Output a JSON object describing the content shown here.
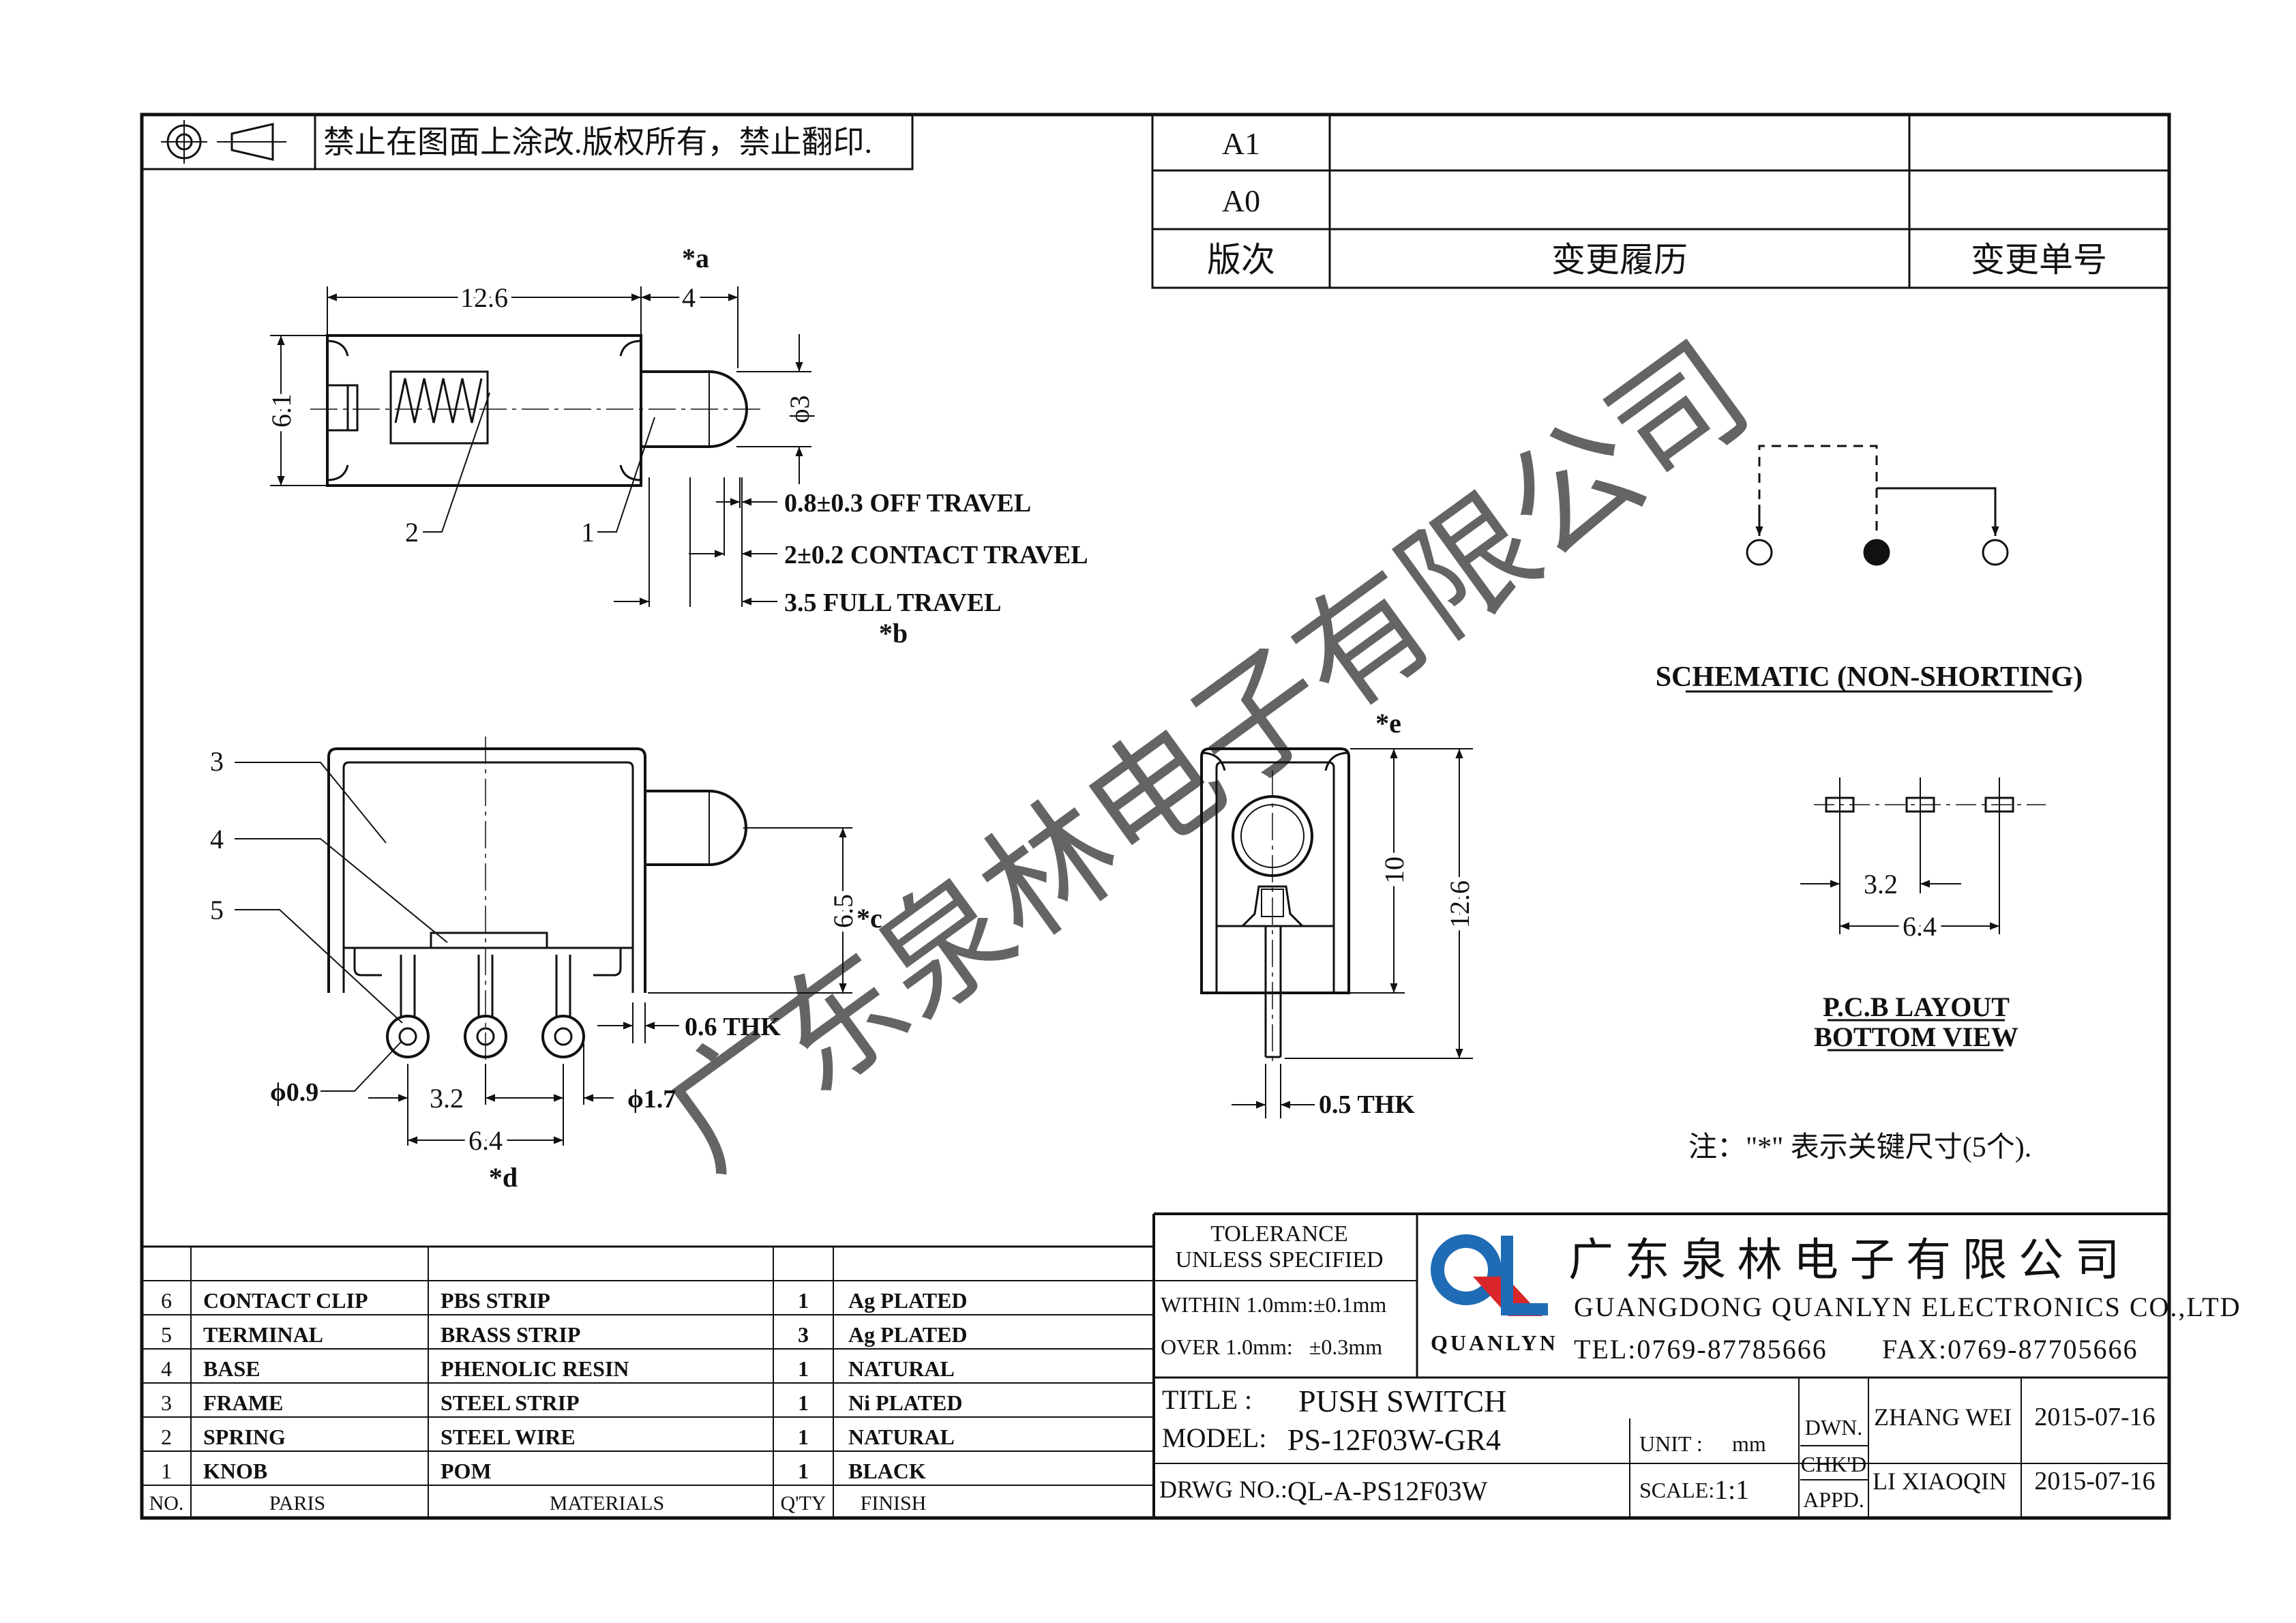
{
  "notice": "禁止在图面上涂改.版权所有，禁止翻印.",
  "revision": {
    "rows": [
      {
        "rev": "A1",
        "history": "",
        "number": ""
      },
      {
        "rev": "A0",
        "history": "",
        "number": ""
      }
    ],
    "headers": {
      "rev": "版次",
      "history": "变更履历",
      "number": "变更单号"
    }
  },
  "top_view": {
    "dim_length": "12.6",
    "dim_knob": "4",
    "dim_height": "6.1",
    "dim_knob_dia": "ϕ3",
    "key_a": "*a",
    "key_b": "*b",
    "callout_1": "1",
    "callout_2": "2",
    "travel_off": "0.8±0.3 OFF TRAVEL",
    "travel_contact": "2±0.2 CONTACT TRAVEL",
    "travel_full": "3.5 FULL TRAVEL"
  },
  "front_view": {
    "callout_3": "3",
    "callout_4": "4",
    "callout_5": "5",
    "dim_height": "6.5",
    "key_c": "*c",
    "thk": "0.6 THK",
    "hole_small": "ϕ0.9",
    "pitch_a": "3.2",
    "hole_large": "ϕ1.7",
    "pitch_b": "6.4",
    "key_d": "*d"
  },
  "side_view": {
    "key_e": "*e",
    "dim_10": "10",
    "dim_126": "12.6",
    "thk": "0.5 THK"
  },
  "schematic": {
    "title": "SCHEMATIC (NON-SHORTING)"
  },
  "pcb": {
    "pitch_a": "3.2",
    "pitch_b": "6.4",
    "title_1": "P.C.B LAYOUT",
    "title_2": "BOTTOM VIEW"
  },
  "note": "注：\"*\"  表示关键尺寸(5个).",
  "watermark": "广东泉林电子有限公司",
  "bom": {
    "headers": {
      "no": "NO.",
      "part": "PARIS",
      "material": "MATERIALS",
      "qty": "Q'TY",
      "finish": "FINISH"
    },
    "rows": [
      {
        "no": "6",
        "part": "CONTACT CLIP",
        "material": "PBS STRIP",
        "qty": "1",
        "finish": "Ag PLATED"
      },
      {
        "no": "5",
        "part": "TERMINAL",
        "material": "BRASS STRIP",
        "qty": "3",
        "finish": "Ag PLATED"
      },
      {
        "no": "4",
        "part": "BASE",
        "material": "PHENOLIC RESIN",
        "qty": "1",
        "finish": "NATURAL"
      },
      {
        "no": "3",
        "part": "FRAME",
        "material": "STEEL STRIP",
        "qty": "1",
        "finish": "Ni PLATED"
      },
      {
        "no": "2",
        "part": "SPRING",
        "material": "STEEL WIRE",
        "qty": "1",
        "finish": "NATURAL"
      },
      {
        "no": "1",
        "part": "KNOB",
        "material": "POM",
        "qty": "1",
        "finish": "BLACK"
      }
    ]
  },
  "title_block": {
    "tolerance_1": "TOLERANCE",
    "tolerance_2": "UNLESS SPECIFIED",
    "within": "WITHIN 1.0mm:±0.1mm",
    "over": "OVER 1.0mm:   ±0.3mm",
    "logo_letters": "QL",
    "logo_word": "QUANLYN",
    "company_cn": "广 东 泉 林 电 子 有 限 公 司",
    "company_en": "GUANGDONG QUANLYN ELECTRONICS CO.,LTD",
    "tel": "TEL:0769-87785666",
    "fax": "FAX:0769-87705666",
    "title_label": "TITLE :",
    "title_value": "PUSH SWITCH",
    "model_label": "MODEL:",
    "model_value": "PS-12F03W-GR4",
    "drwg_label": "DRWG NO.:",
    "drwg_value": "QL-A-PS12F03W",
    "unit_label": "UNIT :",
    "unit_value": "mm",
    "scale_label": "SCALE:",
    "scale_value": "1:1",
    "dwn_label": "DWN.",
    "chk_label": "CHK'D",
    "appd_label": "APPD.",
    "dwn_name": "ZHANG WEI",
    "dwn_date": "2015-07-16",
    "chk_name": "LI XIAOQIN",
    "chk_date": "2015-07-16"
  },
  "colors": {
    "logo_blue": "#1f6bb5",
    "logo_red": "#d8262b",
    "ink": "#111111",
    "watermark": "#c8c8c8"
  }
}
